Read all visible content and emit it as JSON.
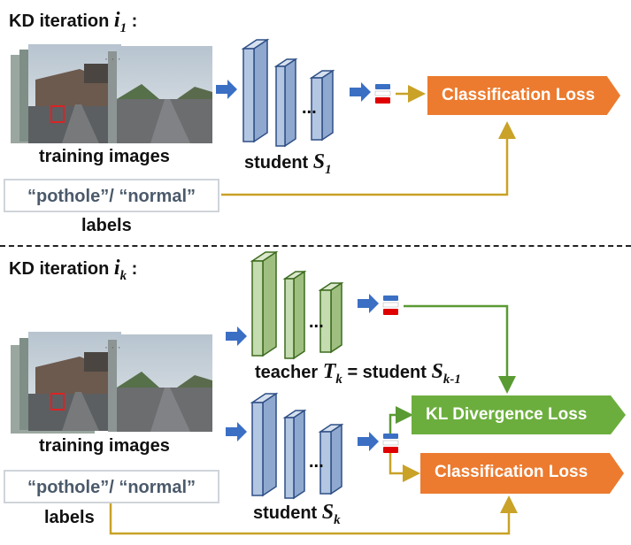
{
  "top": {
    "heading_text": "KD iteration ",
    "heading_var": "i",
    "heading_sub": "1",
    "heading_suffix": " :",
    "training_caption": "training images",
    "student_caption": "student ",
    "student_var": "S",
    "student_sub": "1",
    "labels_box": "“pothole”/ “normal”",
    "labels_caption": "labels",
    "loss_label": "Classification Loss",
    "ellipsis": "..."
  },
  "bottom": {
    "heading_text": "KD iteration ",
    "heading_var": "i",
    "heading_sub": "k",
    "heading_suffix": " :",
    "training_caption": "training images",
    "teacher_caption": "teacher ",
    "teacher_var": "T",
    "teacher_sub": "k",
    "equals_text": " = student ",
    "student_prev_var": "S",
    "student_prev_sub": "k-1",
    "student_caption": "student ",
    "student_var": "S",
    "student_sub": "k",
    "labels_box": "“pothole”/ “normal”",
    "labels_caption": "labels",
    "kl_loss_label": "KL Divergence Loss",
    "cls_loss_label": "Classification Loss",
    "ellipsis": "..."
  },
  "colors": {
    "student_fill": "#b4c7e2",
    "student_stroke": "#2f4f86",
    "teacher_fill": "#c5dbb0",
    "teacher_stroke": "#3c6b1e",
    "arrow_blue": "#3b6fc4",
    "arrow_gold": "#c9a227",
    "arrow_green": "#5a9a33",
    "orange": "#ec7b2f",
    "green": "#6cae3e"
  }
}
